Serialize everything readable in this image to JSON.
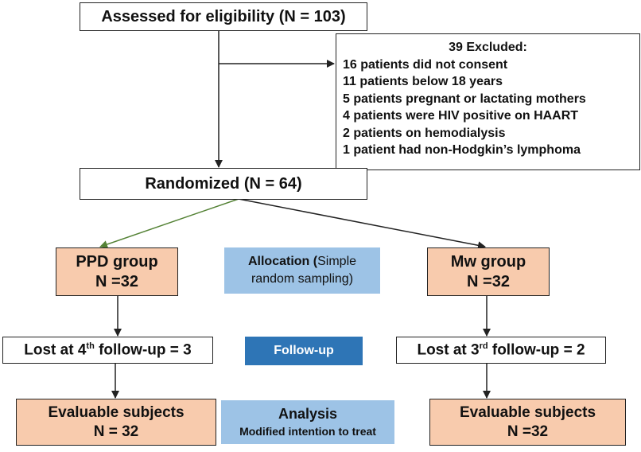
{
  "assessed": "Assessed for eligibility (N = 103)",
  "excluded": {
    "title": "39 Excluded:",
    "items": [
      "16 patients did not consent",
      "11 patients below 18 years",
      "5 patients pregnant or lactating mothers",
      "4 patients were HIV positive on HAART",
      "2 patients on hemodialysis",
      "1 patient had non-Hodgkin’s lymphoma"
    ]
  },
  "randomized": "Randomized (N = 64)",
  "ppd": {
    "name": "PPD group",
    "n": "N =32"
  },
  "mw": {
    "name": "Mw group",
    "n": "N =32"
  },
  "allocation": {
    "bold": "Allocation",
    "paren_bold": "(",
    "rest": "Simple random sampling)"
  },
  "lost_left": {
    "pre": "Lost at 4",
    "sup": "th",
    "post": " follow-up = 3"
  },
  "lost_right": {
    "pre": "Lost at 3",
    "sup": "rd",
    "post": " follow-up = 2"
  },
  "followup": "Follow-up",
  "eval_left": {
    "title": "Evaluable subjects",
    "n": "N = 32"
  },
  "eval_right": {
    "title": "Evaluable subjects",
    "n": "N =32"
  },
  "analysis": {
    "title": "Analysis",
    "sub": "Modified intention to treat"
  },
  "colors": {
    "orange": "#f8cbad",
    "light_blue": "#9dc3e6",
    "dark_blue": "#2e75b6",
    "green_arrow": "#548235"
  }
}
